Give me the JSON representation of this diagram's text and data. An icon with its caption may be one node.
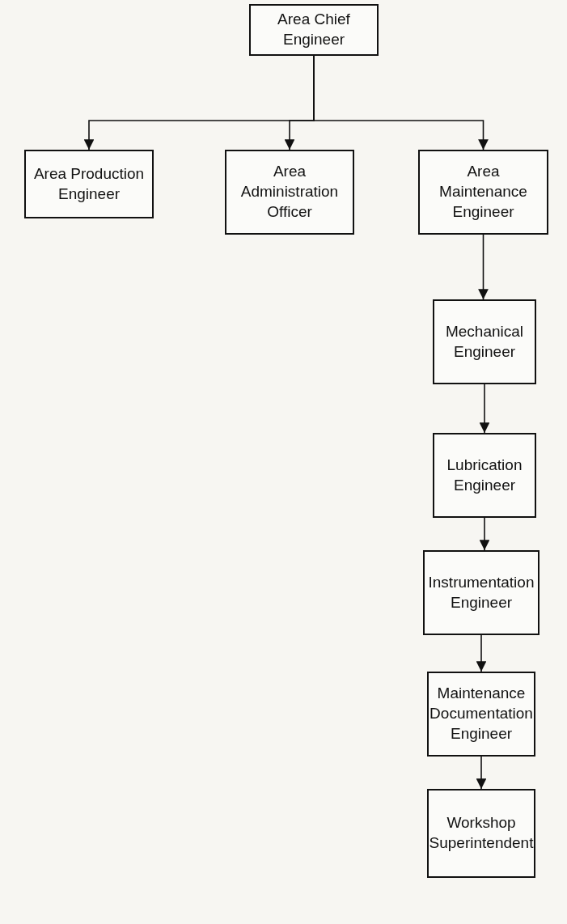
{
  "diagram": {
    "nodes": [
      {
        "text": [
          "Area Chief Engineer"
        ]
      },
      {
        "text": [
          "Area Production Engineer"
        ]
      },
      {
        "text": [
          "Area Administration Officer"
        ]
      },
      {
        "text": [
          "Area Maintenance Engineer"
        ]
      },
      {
        "text": [
          "Mechanical Engineer"
        ]
      },
      {
        "text": [
          "Lubrication Engineer"
        ]
      },
      {
        "text": [
          "Instrumentation Engineer"
        ]
      },
      {
        "text": [
          "Maintenance Documentation Engineer"
        ]
      },
      {
        "text": [
          "Workshop Superintendent"
        ]
      }
    ],
    "edges": [
      {
        "from": 0,
        "to": 1,
        "arrow": "to"
      },
      {
        "from": 0,
        "to": 2,
        "arrow": "to"
      },
      {
        "from": 0,
        "to": 3,
        "arrow": "to"
      },
      {
        "from": 3,
        "to": 4,
        "arrow": "to"
      },
      {
        "from": 4,
        "to": 5,
        "arrow": "to"
      },
      {
        "from": 5,
        "to": 6,
        "arrow": "to"
      },
      {
        "from": 6,
        "to": 7,
        "arrow": "to"
      },
      {
        "from": 7,
        "to": 8,
        "arrow": "to"
      }
    ]
  }
}
